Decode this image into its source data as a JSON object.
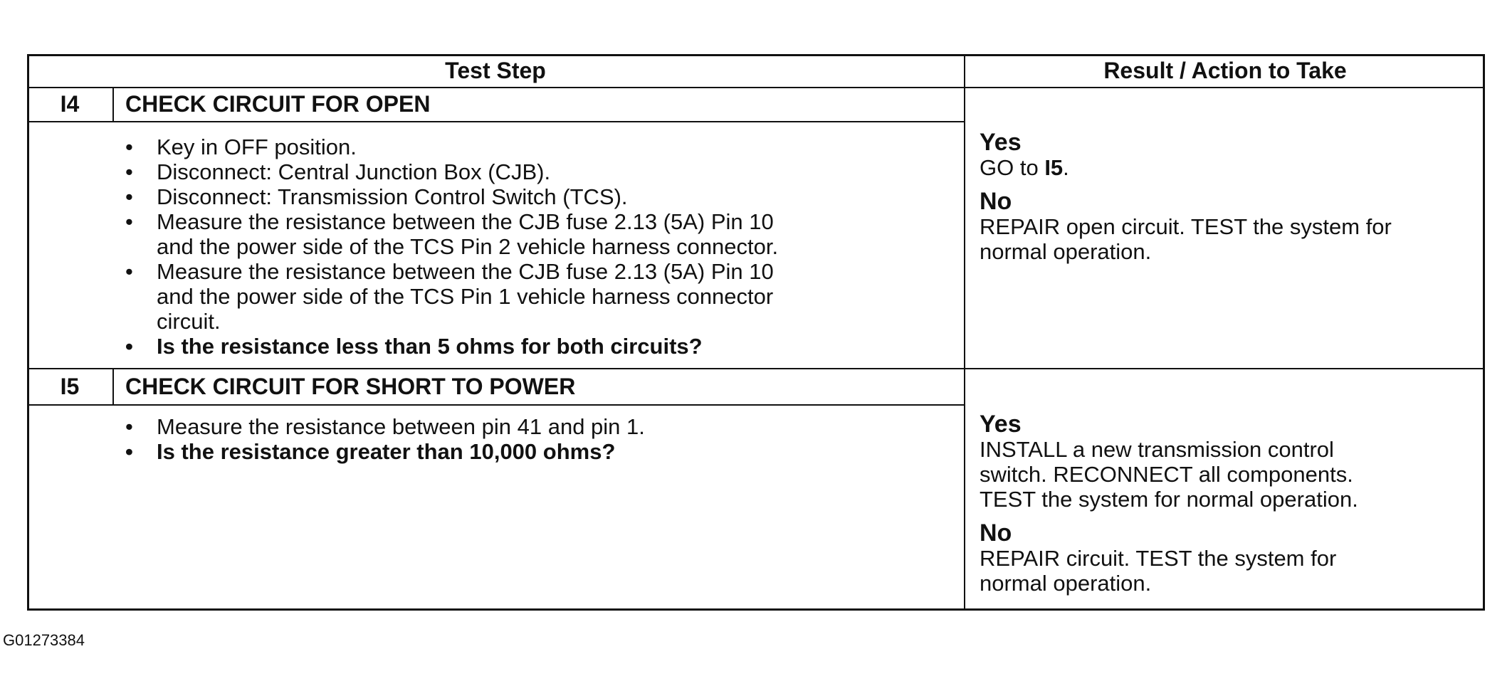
{
  "table": {
    "headers": {
      "test_step": "Test Step",
      "result": "Result / Action to Take"
    },
    "steps": [
      {
        "id": "I4",
        "title": "CHECK CIRCUIT FOR OPEN",
        "bullets": [
          "Key in OFF position.",
          "Disconnect: Central Junction Box (CJB).",
          "Disconnect: Transmission Control Switch (TCS).",
          "Measure the resistance between the CJB fuse 2.13 (5A) Pin 10",
          "and the power side of the TCS Pin 2 vehicle harness connector.",
          "Measure the resistance between the CJB fuse 2.13 (5A) Pin 10",
          "and the power side of the TCS Pin 1 vehicle harness connector",
          "circuit.",
          "Is the resistance less than 5 ohms for both circuits?"
        ],
        "yes_label": "Yes",
        "yes_text_prefix": "GO to ",
        "yes_text_step": "I5",
        "yes_text_suffix": ".",
        "no_label": "No",
        "no_lines": [
          "REPAIR open circuit. TEST the system for",
          "normal operation."
        ]
      },
      {
        "id": "I5",
        "title": "CHECK CIRCUIT FOR SHORT TO POWER",
        "bullets": [
          "Measure the resistance between pin 41 and pin 1.",
          "Is the resistance greater than 10,000 ohms?"
        ],
        "yes_label": "Yes",
        "yes_lines": [
          "INSTALL a new transmission control",
          "switch. RECONNECT all components.",
          "TEST the system for normal operation."
        ],
        "no_label": "No",
        "no_lines": [
          "REPAIR circuit. TEST the system for",
          "normal operation."
        ]
      }
    ]
  },
  "footer": {
    "figure_id": "G01273384"
  }
}
